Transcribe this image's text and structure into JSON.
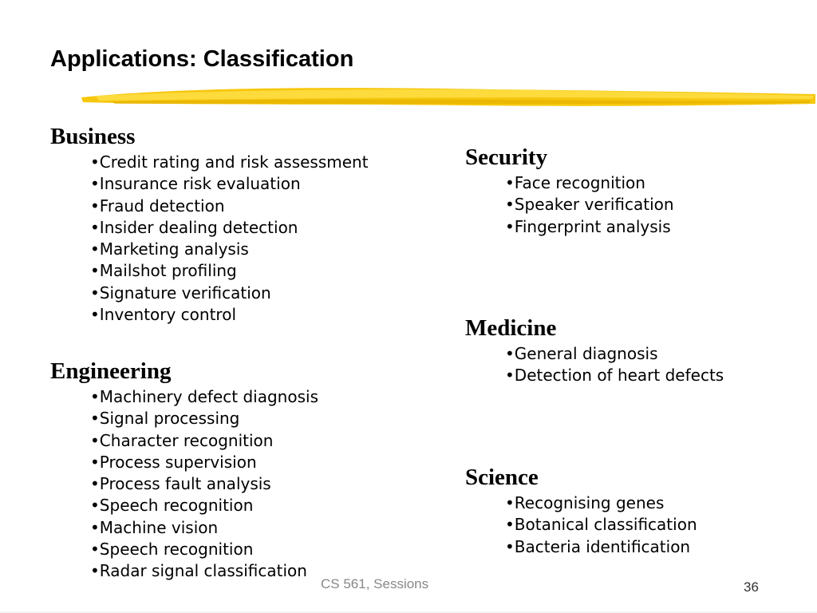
{
  "slide": {
    "title": "Applications: Classification",
    "accent_color": "#f5c400",
    "left_sections": [
      {
        "heading": "Business",
        "items": [
          "•Credit rating and risk assessment",
          "•Insurance risk evaluation",
          "•Fraud detection",
          "•Insider dealing detection",
          "•Marketing analysis",
          "•Mailshot profiling",
          "•Signature verification",
          "•Inventory control"
        ]
      },
      {
        "heading": "Engineering",
        "items": [
          "•Machinery defect diagnosis",
          "•Signal processing",
          "•Character recognition",
          "•Process supervision",
          "•Process fault analysis",
          "•Speech recognition",
          "•Machine vision",
          "•Speech recognition",
          "•Radar signal classification"
        ]
      }
    ],
    "right_sections": [
      {
        "heading": "Security",
        "items": [
          "•Face recognition",
          "•Speaker verification",
          "•Fingerprint analysis"
        ]
      },
      {
        "heading": "Medicine",
        "items": [
          "•General diagnosis",
          "•Detection of heart defects"
        ]
      },
      {
        "heading": "Science",
        "items": [
          "•Recognising genes",
          "•Botanical classification",
          "•Bacteria identification"
        ]
      }
    ],
    "footer": {
      "text": "CS 561,  Sessions",
      "page_number": "36"
    }
  }
}
